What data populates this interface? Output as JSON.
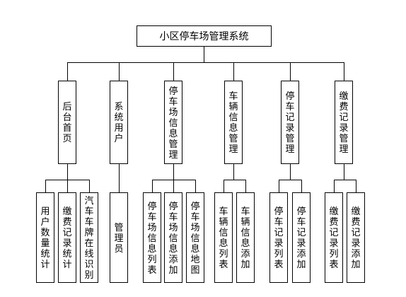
{
  "diagram": {
    "root": "小区停车场管理系统",
    "modules": [
      {
        "label": "后台首页",
        "children": [
          "用户数量统计",
          "缴费记录统计",
          "汽车车牌在线识别"
        ]
      },
      {
        "label": "系统用户",
        "children": [
          "管理员"
        ]
      },
      {
        "label": "停车场信息管理",
        "children": [
          "停车场信息列表",
          "停车场信息添加",
          "停车场信息地图"
        ]
      },
      {
        "label": "车辆信息管理",
        "children": [
          "车辆信息列表",
          "车辆信息添加"
        ]
      },
      {
        "label": "停车记录管理",
        "children": [
          "停车记录列表",
          "停车记录添加"
        ]
      },
      {
        "label": "缴费记录管理",
        "children": [
          "缴费记录列表",
          "缴费记录添加"
        ]
      }
    ]
  }
}
